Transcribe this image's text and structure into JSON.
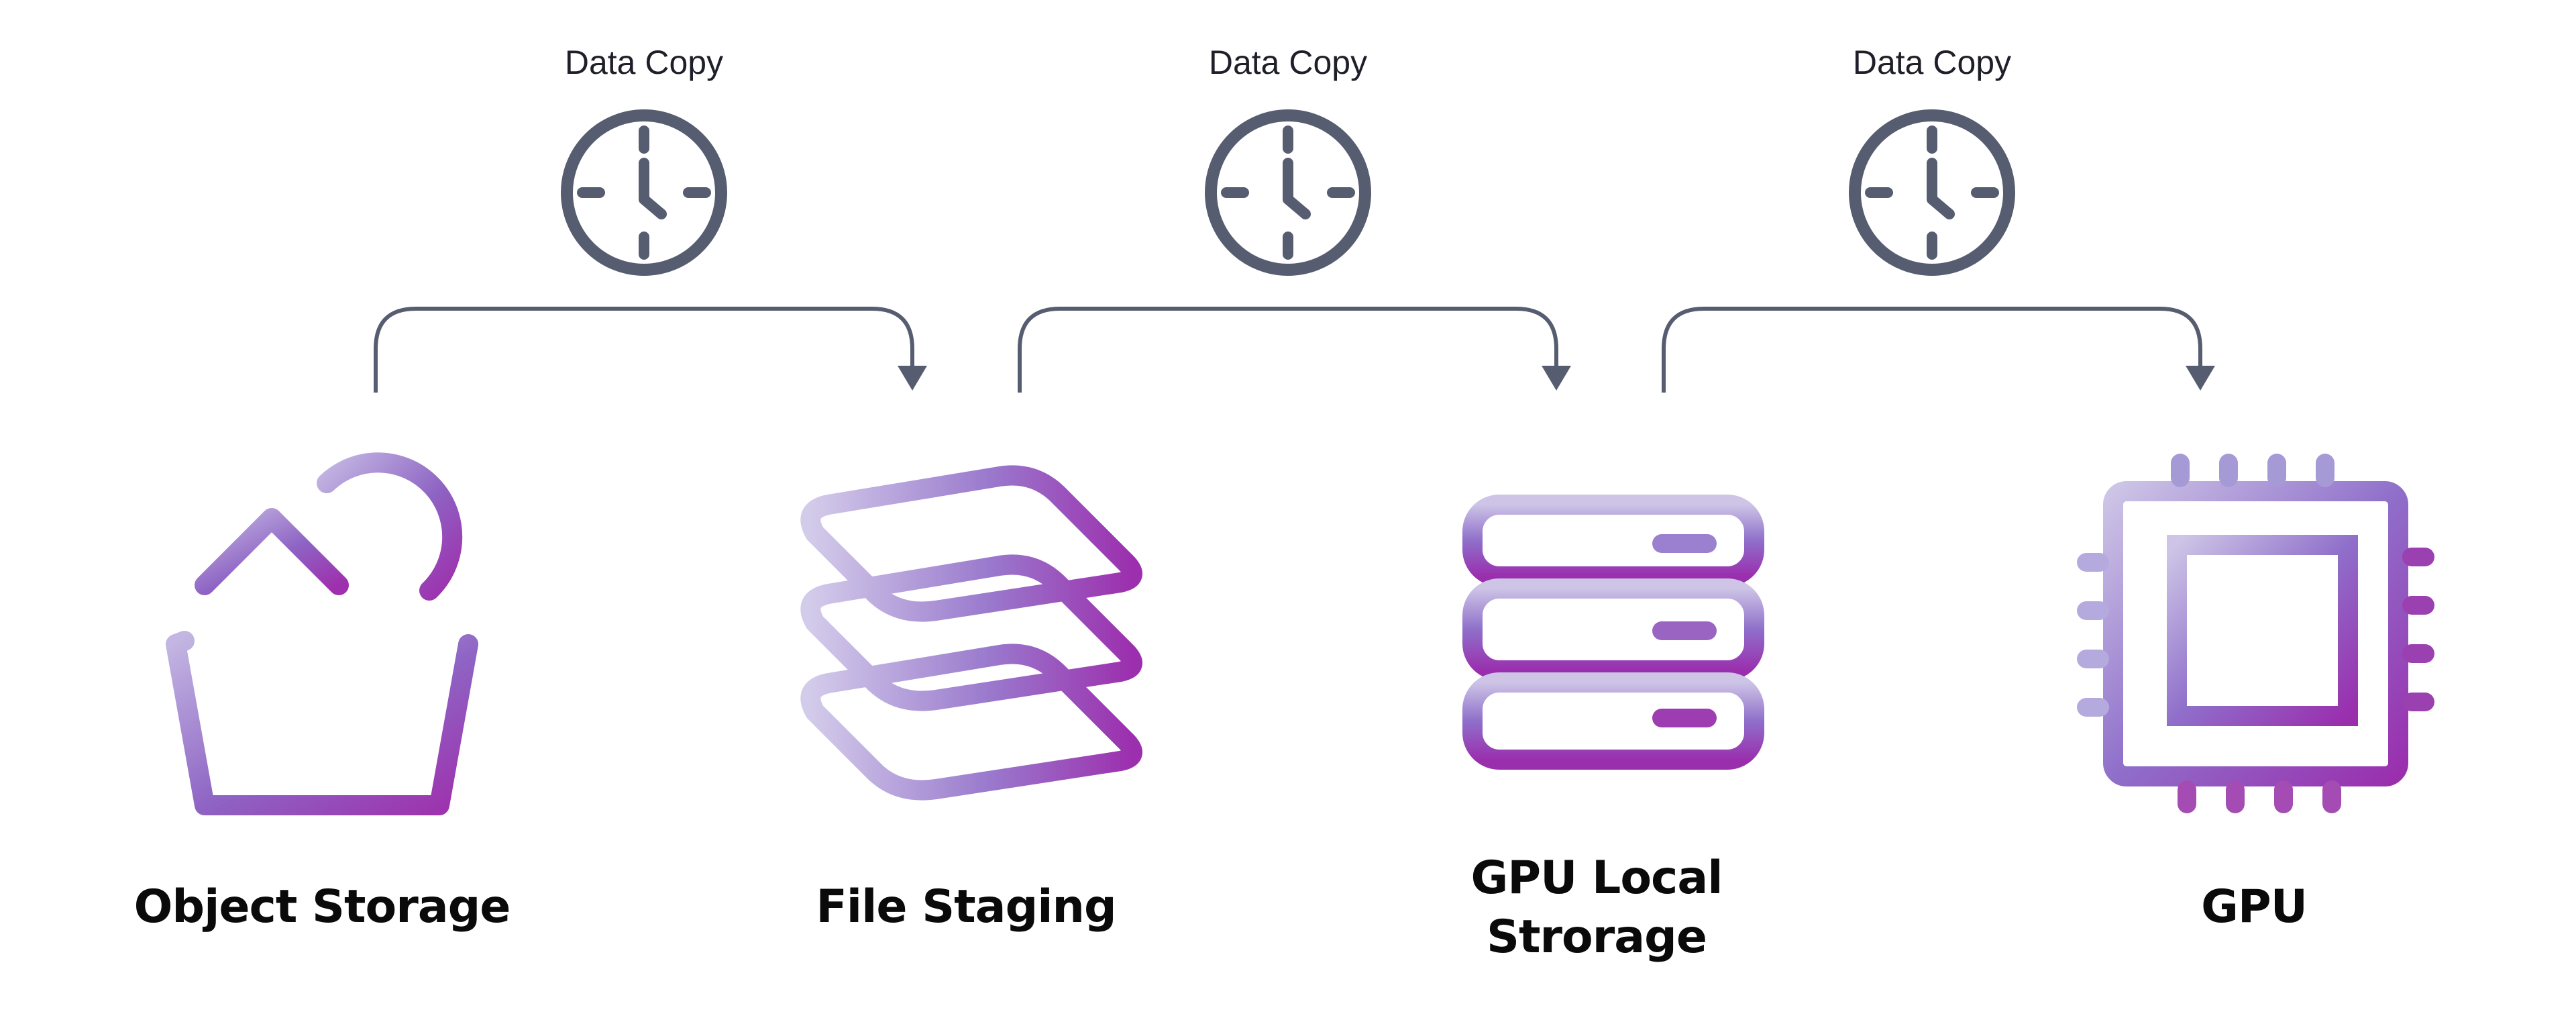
{
  "diagram": {
    "transfers": [
      {
        "label": "Data Copy",
        "icon": "clock-icon"
      },
      {
        "label": "Data Copy",
        "icon": "clock-icon"
      },
      {
        "label": "Data Copy",
        "icon": "clock-icon"
      }
    ],
    "nodes": [
      {
        "label": "Object Storage",
        "icon": "bucket-icon"
      },
      {
        "label": "File Staging",
        "icon": "layers-icon"
      },
      {
        "label": "GPU Local\nStrorage",
        "line1": "GPU Local",
        "line2": "Strorage",
        "icon": "server-icon"
      },
      {
        "label": "GPU",
        "icon": "chip-icon"
      }
    ]
  },
  "colors": {
    "stroke": "#575d70",
    "gradient_light": "#c7bde2",
    "gradient_mid": "#8f6fca",
    "gradient_dark": "#9b36b0"
  }
}
